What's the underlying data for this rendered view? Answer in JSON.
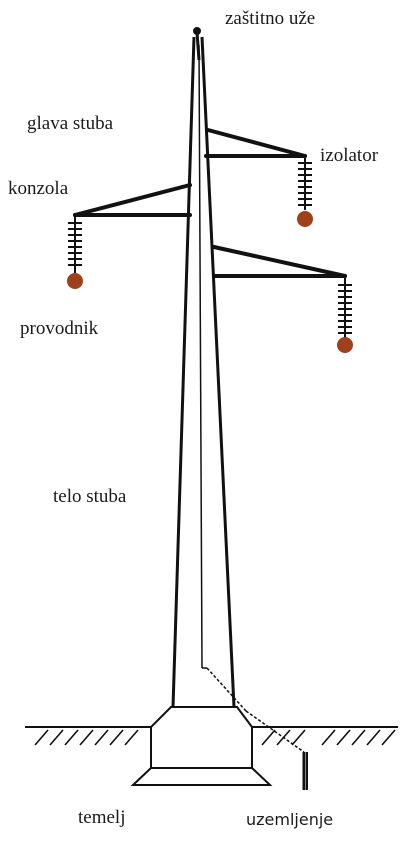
{
  "diagram": {
    "labels": {
      "shield_wire": "zaštitno uže",
      "tower_head": "glava stuba",
      "insulator": "izolator",
      "crossarm": "konzola",
      "conductor": "provodnik",
      "tower_body": "telo stuba",
      "foundation": "temelj",
      "grounding": "uzemljenje"
    },
    "colors": {
      "line": "#111111",
      "conductor": "#a0401a",
      "text": "#1a1a1a"
    }
  }
}
